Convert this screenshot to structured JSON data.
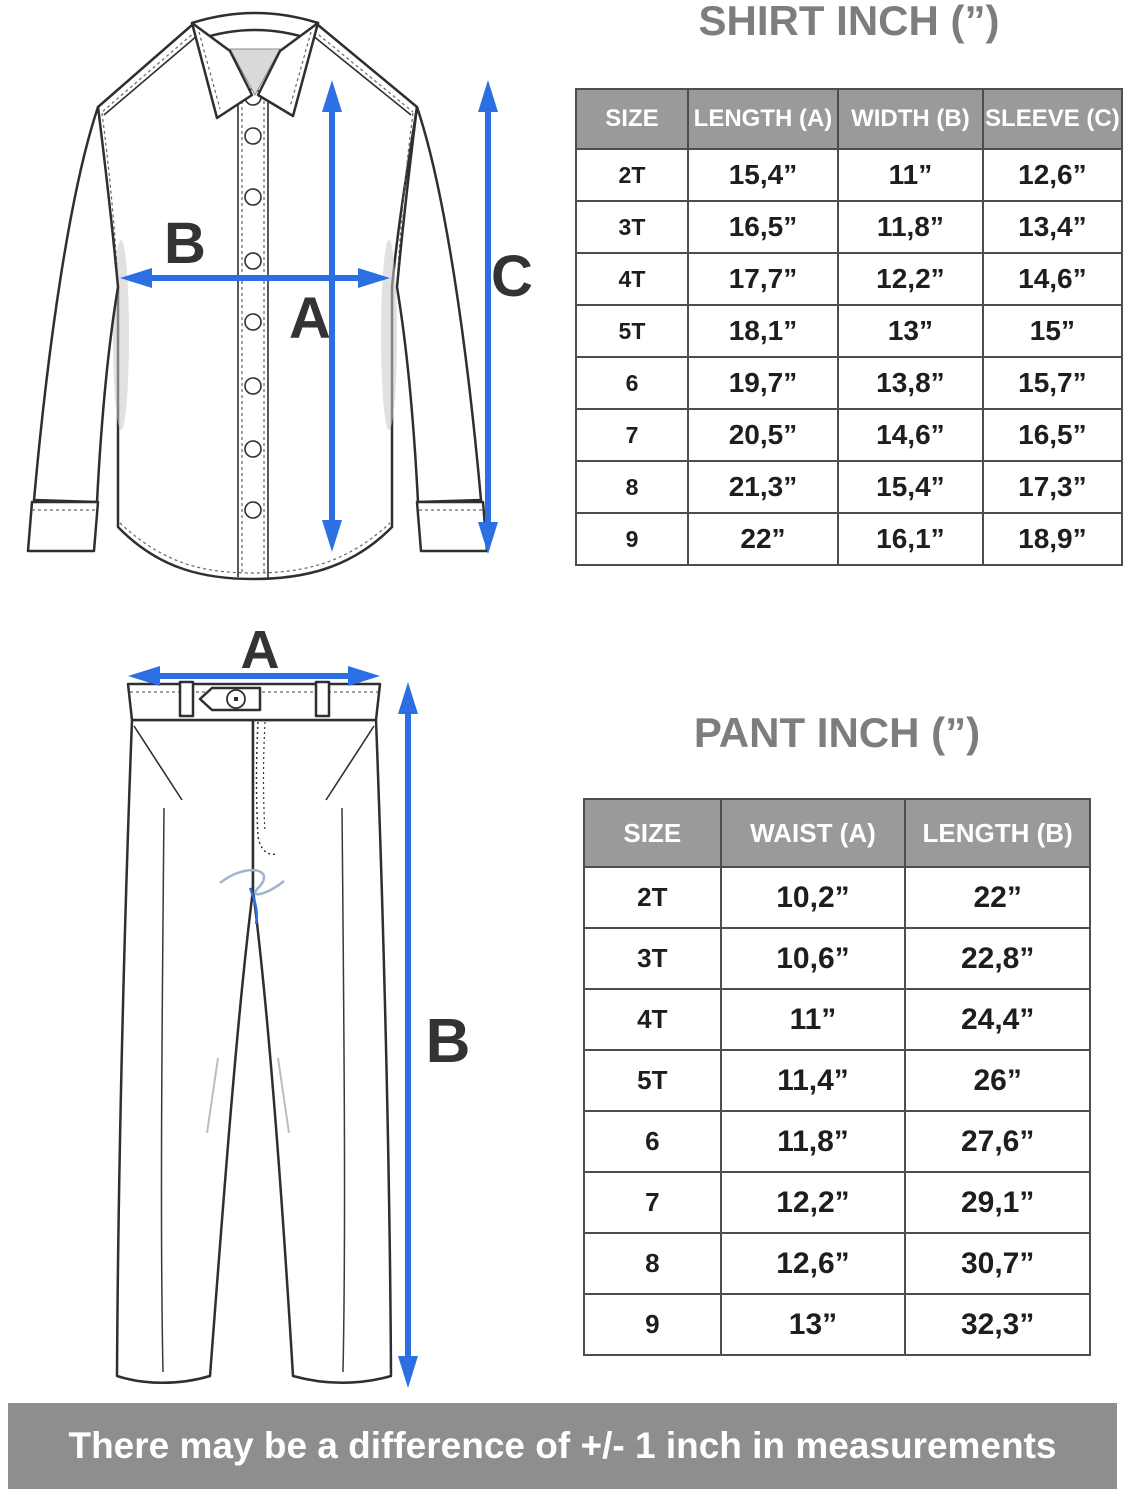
{
  "shirt": {
    "title": "SHIRT INCH (”)",
    "labels": {
      "a": "A",
      "b": "B",
      "c": "C"
    },
    "table": {
      "headers": [
        "SIZE",
        "LENGTH (A)",
        "WIDTH (B)",
        "SLEEVE (C)"
      ],
      "rows": [
        [
          "2T",
          "15,4”",
          "11”",
          "12,6”"
        ],
        [
          "3T",
          "16,5”",
          "11,8”",
          "13,4”"
        ],
        [
          "4T",
          "17,7”",
          "12,2”",
          "14,6”"
        ],
        [
          "5T",
          "18,1”",
          "13”",
          "15”"
        ],
        [
          "6",
          "19,7”",
          "13,8”",
          "15,7”"
        ],
        [
          "7",
          "20,5”",
          "14,6”",
          "16,5”"
        ],
        [
          "8",
          "21,3”",
          "15,4”",
          "17,3”"
        ],
        [
          "9",
          "22”",
          "16,1”",
          "18,9”"
        ]
      ]
    }
  },
  "pant": {
    "title": "PANT INCH (”)",
    "labels": {
      "a": "A",
      "b": "B"
    },
    "table": {
      "headers": [
        "SIZE",
        "WAIST (A)",
        "LENGTH (B)"
      ],
      "rows": [
        [
          "2T",
          "10,2”",
          "22”"
        ],
        [
          "3T",
          "10,6”",
          "22,8”"
        ],
        [
          "4T",
          "11”",
          "24,4”"
        ],
        [
          "5T",
          "11,4”",
          "26”"
        ],
        [
          "6",
          "11,8”",
          "27,6”"
        ],
        [
          "7",
          "12,2”",
          "29,1”"
        ],
        [
          "8",
          "12,6”",
          "30,7”"
        ],
        [
          "9",
          "13”",
          "32,3”"
        ]
      ]
    }
  },
  "footer": {
    "note": "There may be a difference of +/- 1 inch in measurements"
  },
  "colors": {
    "accent_blue": "#2b6fe2",
    "header_gray": "#9a9a9a",
    "banner_gray": "#8e8e8e",
    "title_gray": "#7d7d7d"
  }
}
